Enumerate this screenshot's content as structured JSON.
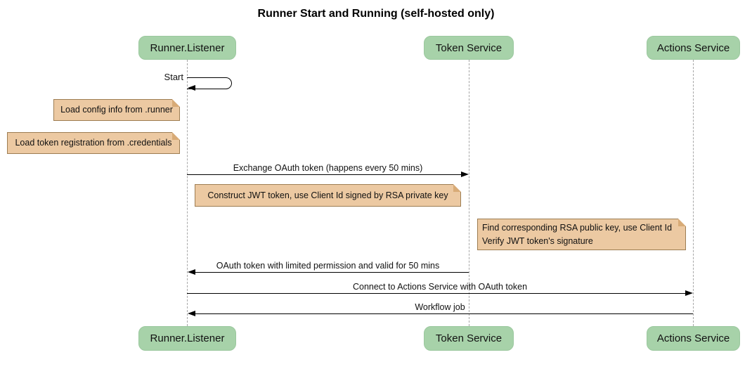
{
  "title": "Runner Start and Running (self-hosted only)",
  "diagram_type": "sequence",
  "participants": [
    {
      "name": "Runner.Listener"
    },
    {
      "name": "Token Service"
    },
    {
      "name": "Actions Service"
    }
  ],
  "messages": [
    {
      "label": "Start",
      "from": "Runner.Listener",
      "to": "Runner.Listener",
      "type": "self"
    },
    {
      "label": "Exchange OAuth token (happens every 50 mins)",
      "from": "Runner.Listener",
      "to": "Token Service",
      "type": "solid-arrow"
    },
    {
      "label": "OAuth token with limited permission and valid for 50 mins",
      "from": "Token Service",
      "to": "Runner.Listener",
      "type": "solid-arrow"
    },
    {
      "label": "Connect to Actions Service with OAuth token",
      "from": "Runner.Listener",
      "to": "Actions Service",
      "type": "solid-arrow"
    },
    {
      "label": "Workflow job",
      "from": "Actions Service",
      "to": "Runner.Listener",
      "type": "solid-arrow"
    }
  ],
  "notes": [
    {
      "text": "Load config info from .runner",
      "anchor": "left of Runner.Listener"
    },
    {
      "text": "Load token registration from .credentials",
      "anchor": "left of Runner.Listener"
    },
    {
      "text": "Construct JWT token, use Client Id signed by RSA private key",
      "anchor": "between Runner.Listener and Token Service"
    },
    {
      "text": "Find corresponding RSA public key, use Client Id\nVerify JWT token's signature",
      "anchor": "between Token Service and Actions Service"
    }
  ],
  "colors": {
    "participant_fill": "#a7d2a9",
    "note_fill": "#ecc9a2",
    "note_border": "#9d7d52",
    "line": "#000000",
    "lifeline": "#a6a6a6",
    "background": "#ffffff"
  }
}
